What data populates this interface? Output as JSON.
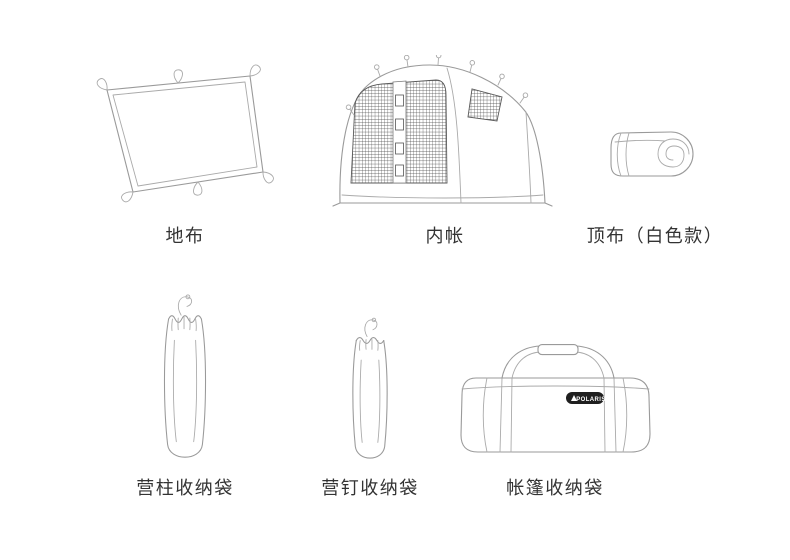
{
  "figure": {
    "brand": "POLARIS"
  },
  "items": [
    {
      "id": "ground-cloth",
      "label": "地布"
    },
    {
      "id": "inner-tent",
      "label": "内帐"
    },
    {
      "id": "top-cloth",
      "label": "顶布（白色款）"
    },
    {
      "id": "pole-bag",
      "label": "营柱收纳袋"
    },
    {
      "id": "stake-bag",
      "label": "营钉收纳袋"
    },
    {
      "id": "tent-bag",
      "label": "帐篷收纳袋"
    }
  ],
  "colors": {
    "line": "#9a9a9a",
    "mesh": "#3f3f3f",
    "text": "#333333",
    "logo_bg": "#1f1f1f"
  }
}
